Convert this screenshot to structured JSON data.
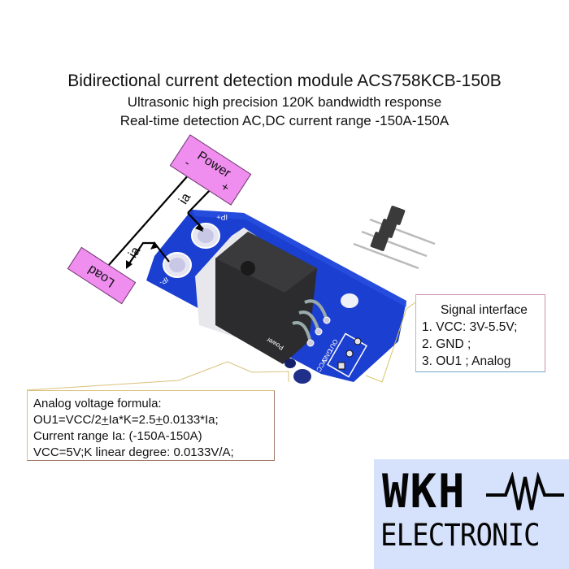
{
  "header": {
    "title": "Bidirectional  current detection module ACS758KCB-150B",
    "subtitle1": "Ultrasonic high precision 120K bandwidth response",
    "subtitle2": "Real-time detection AC,DC  current range -150A-150A"
  },
  "diagram": {
    "power_label": "Power",
    "power_minus": "-",
    "power_plus": "+",
    "load_label": "Load",
    "current_label_top": "ia",
    "current_label_bottom": "ia",
    "pcb": {
      "pin_labels": [
        "IP+",
        "IP-"
      ],
      "header_labels": [
        "OUT",
        "GND",
        "VCC"
      ],
      "power_label": "Power",
      "board_color": "#1a3fd6"
    }
  },
  "signal_interface": {
    "title": "Signal  interface",
    "items": [
      "1.  VCC: 3V-5.5V;",
      "2.  GND ;",
      "3.  OU1  ;  Analog"
    ]
  },
  "formula": {
    "line1": "Analog voltage formula:",
    "line2_a": "OU1=VCC/2",
    "line2_pm1": "+",
    "line2_b": "Ia*K=2.5",
    "line2_pm2": "+",
    "line2_c": "0.0133*Ia;",
    "line3": "Current range Ia: (-150A-150A)",
    "line4": "VCC=5V;K linear degree: 0.0133V/A;"
  },
  "logo": {
    "line1": "WKH",
    "line2": "ELECTRONIC",
    "icon": "resistor-icon",
    "bg_color": "#d6e2fb"
  }
}
